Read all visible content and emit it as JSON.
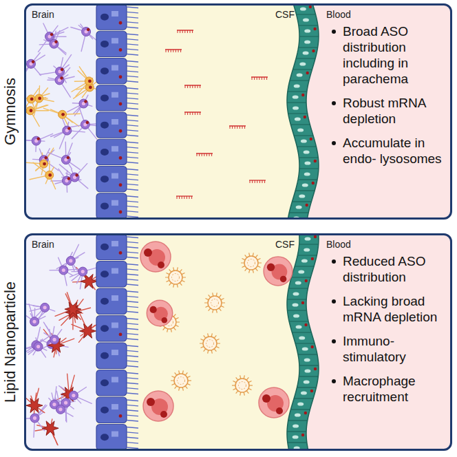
{
  "diagram": {
    "nodes": [
      {
        "text": [
          "Gymnosis"
        ]
      },
      {
        "text": [
          "Brain"
        ],
        "in": 0
      },
      {
        "text": [
          "CSF"
        ],
        "in": 0
      },
      {
        "text": [
          "Blood",
          "Broad ASO distribution including in parachema",
          "Robust mRNA depletion",
          "Accumulate in endo- lysosomes"
        ],
        "in": 0
      },
      {
        "text": [
          "Lipid Nanoparticle"
        ]
      },
      {
        "text": [
          "Brain"
        ],
        "in": 4
      },
      {
        "text": [
          "CSF"
        ],
        "in": 4
      },
      {
        "text": [
          "Blood",
          "Reduced ASO distribution",
          "Lacking broad mRNA depletion",
          "Immuno- stimulatory",
          "Macrophage recruitment"
        ],
        "in": 4
      }
    ]
  }
}
